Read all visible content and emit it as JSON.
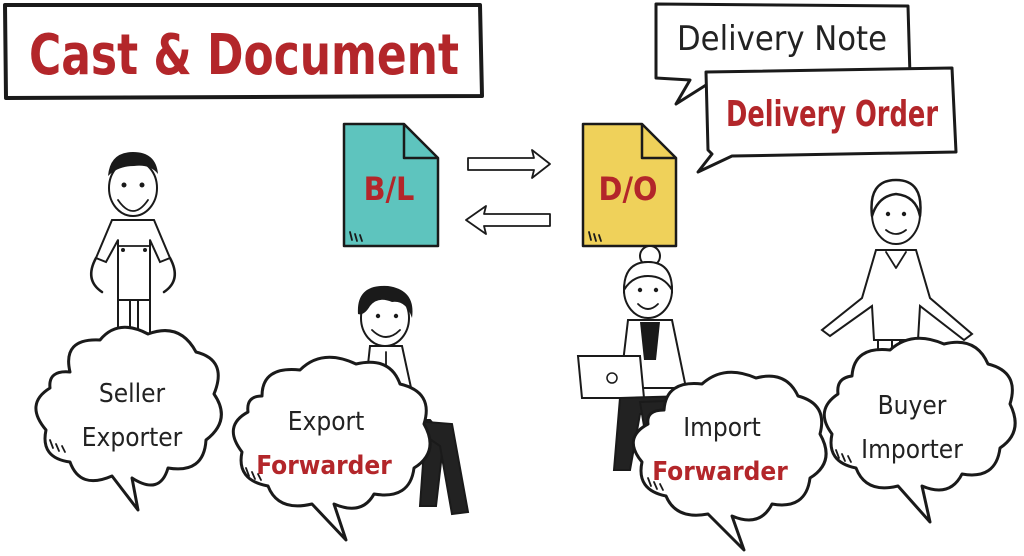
{
  "title": "Cast & Document",
  "speech": {
    "top": "Delivery Note",
    "bottom": "Delivery Order"
  },
  "documents": {
    "bl": {
      "label": "B/L",
      "color": "#5ec4be"
    },
    "do": {
      "label": "D/O",
      "color": "#efd15a"
    }
  },
  "cast": {
    "seller": {
      "line1": "Seller",
      "line2": "Exporter"
    },
    "export": {
      "line1": "Export",
      "line2": "Forwarder"
    },
    "import": {
      "line1": "Import",
      "line2": "Forwarder"
    },
    "buyer": {
      "line1": "Buyer",
      "line2": "Importer"
    }
  },
  "colors": {
    "accent_red": "#b3262a",
    "ink": "#1a1a1a"
  }
}
